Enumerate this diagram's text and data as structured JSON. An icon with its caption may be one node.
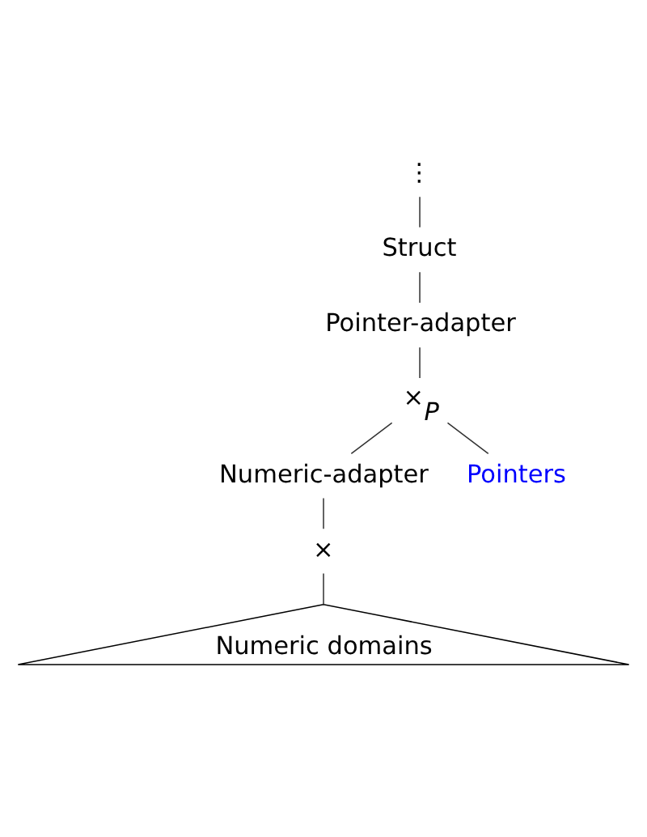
{
  "diagram": {
    "nodes": [
      {
        "text": [
          "⋮"
        ]
      },
      {
        "text": [
          "Struct"
        ]
      },
      {
        "text": [
          "Pointer-adapter"
        ]
      },
      {
        "text": [
          "×$_{P}$"
        ]
      },
      {
        "text": [
          "Numeric-adapter"
        ]
      },
      {
        "text": [
          "Pointers"
        ]
      },
      {
        "text": [
          "×"
        ]
      },
      {
        "text": [
          "Numeric domains"
        ]
      }
    ],
    "edges": [
      {
        "from": 0,
        "to": 1,
        "arrow": "none"
      },
      {
        "from": 1,
        "to": 2,
        "arrow": "none"
      },
      {
        "from": 2,
        "to": 3,
        "arrow": "none"
      },
      {
        "from": 3,
        "to": 4,
        "arrow": "none"
      },
      {
        "from": 3,
        "to": 5,
        "arrow": "none"
      },
      {
        "from": 4,
        "to": 6,
        "arrow": "none"
      },
      {
        "from": 6,
        "to": 7,
        "arrow": "none"
      }
    ]
  }
}
